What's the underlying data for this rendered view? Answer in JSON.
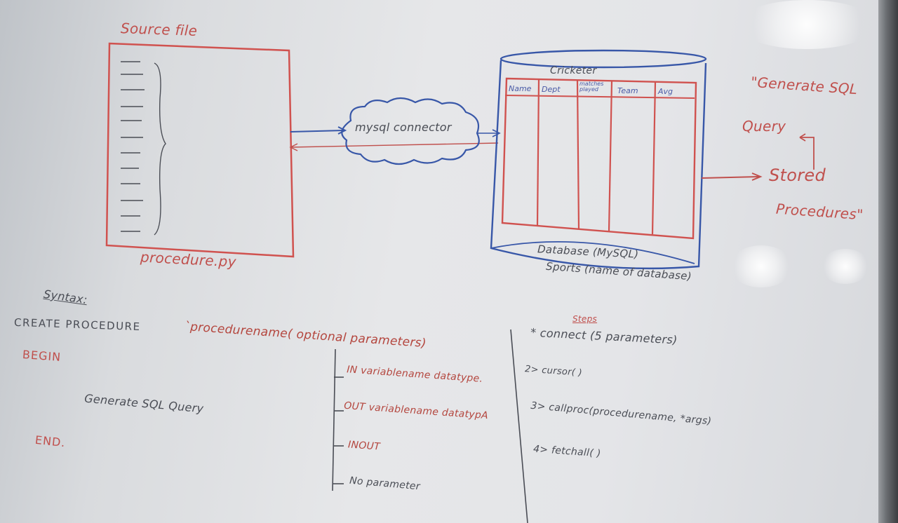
{
  "diagram": {
    "source_box": {
      "title": "Source file",
      "caption": "procedure.py"
    },
    "connector": {
      "label": "mysql connector"
    },
    "database": {
      "table_title": "Cricketer",
      "columns": [
        "Name",
        "Dept",
        "matches played",
        "Team",
        "Avg"
      ],
      "label": "Database (MySQL)",
      "subtitle": "Sports (name of database)"
    },
    "note": {
      "line1": "\"Generate SQL",
      "line2": "Query",
      "line3": "Stored",
      "line4": "Procedures\""
    }
  },
  "syntax": {
    "heading": "Syntax:",
    "create_line": "CREATE PROCEDURE",
    "procedure_call": "`procedurename( optional parameters)",
    "begin": "BEGIN",
    "body": "Generate SQL Query",
    "end": "END.",
    "params": [
      "IN variablename datatype.",
      "OUT variablename datatypA",
      "INOUT",
      "No parameter"
    ]
  },
  "steps": {
    "heading": "Steps",
    "items": [
      "* connect (5 parameters)",
      "2> cursor( )",
      "3> callproc(procedurename, *args)",
      "4> fetchall( )"
    ]
  }
}
